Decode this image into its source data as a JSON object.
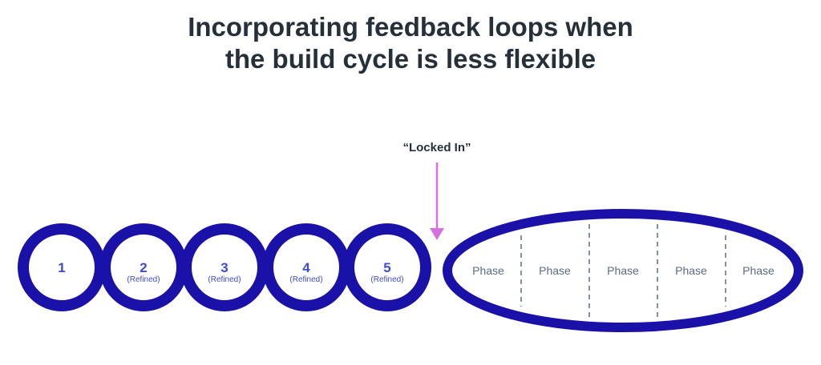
{
  "title": {
    "line1": "Incorporating feedback loops when",
    "line2": "the build cycle is less flexible"
  },
  "marker": {
    "label": "“Locked In”",
    "color": "#d66fe0"
  },
  "colors": {
    "ring": "#1a12a8",
    "number": "#3d4cd4",
    "phase_text": "#5b6b85",
    "divider": "#5b6b85"
  },
  "loops": [
    {
      "number": "1",
      "sub": ""
    },
    {
      "number": "2",
      "sub": "(Refined)"
    },
    {
      "number": "3",
      "sub": "(Refined)"
    },
    {
      "number": "4",
      "sub": "(Refined)"
    },
    {
      "number": "5",
      "sub": "(Refined)"
    }
  ],
  "phases": [
    {
      "label": "Phase"
    },
    {
      "label": "Phase"
    },
    {
      "label": "Phase"
    },
    {
      "label": "Phase"
    },
    {
      "label": "Phase"
    }
  ]
}
